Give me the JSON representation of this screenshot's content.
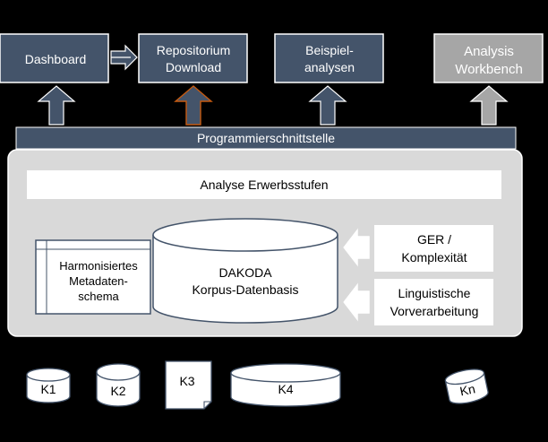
{
  "top_label": "",
  "top_boxes": [
    {
      "lines": [
        "Dashboard"
      ],
      "style": "dark"
    },
    {
      "lines": [
        "Repositorium",
        "Download"
      ],
      "style": "dark"
    },
    {
      "lines": [
        "Beispiel-",
        "analysen"
      ],
      "style": "dark"
    },
    {
      "lines": [
        "Analysis",
        "Workbench"
      ],
      "style": "gray"
    }
  ],
  "api_bar": "Programmierschnittstelle",
  "analysis_bar": "Analyse Erwerbsstufen",
  "schema_lines": [
    "Harmonisiertes",
    "Metadaten-",
    "schema"
  ],
  "database_lines": [
    "DAKODA",
    "Korpus-Datenbasis"
  ],
  "side_boxes": [
    {
      "lines": [
        "GER /",
        "Komplexität"
      ]
    },
    {
      "lines": [
        "Linguistische",
        "Vorverarbeitung"
      ]
    }
  ],
  "corpora": [
    "K1",
    "K2",
    "K3",
    "K4",
    "Kn"
  ],
  "colors": {
    "dark_box": "#44546a",
    "gray_box": "#a6a6a6",
    "bar": "#44546a",
    "panel": "#d9d9d9",
    "orange_outline": "#c55a11"
  }
}
